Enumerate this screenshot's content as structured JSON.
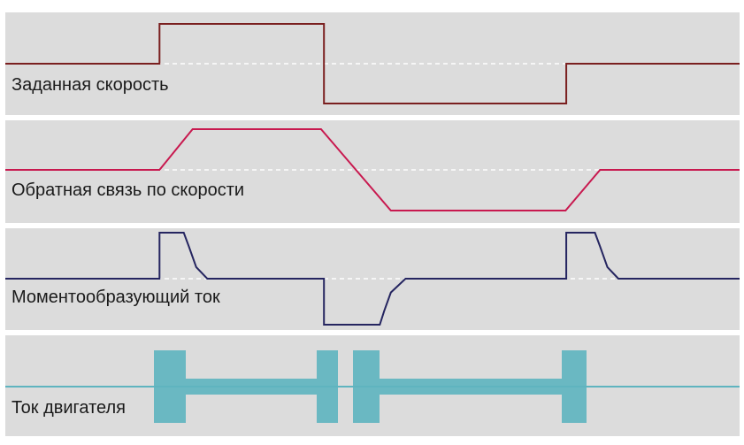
{
  "colors": {
    "panel_bg": "#dcdcdc",
    "zero_line": "#ffffff"
  },
  "chart_data": [
    {
      "type": "line",
      "label": "Заданная скорость",
      "color": "#7a1f1f",
      "x": [
        0,
        21,
        21,
        43.4,
        43.4,
        76.4,
        76.4,
        100
      ],
      "y": [
        0,
        0,
        1,
        1,
        -1,
        -1,
        0,
        0
      ],
      "ylim": [
        -1.1,
        1.1
      ],
      "grid": false
    },
    {
      "type": "line",
      "label": "Обратная связь по скорости",
      "color": "#c8194f",
      "x": [
        0,
        21,
        25.5,
        43,
        52.5,
        76.3,
        81,
        100
      ],
      "y": [
        0,
        0,
        1,
        1,
        -1,
        -1,
        0,
        0
      ],
      "ylim": [
        -1.1,
        1.1
      ],
      "grid": false
    },
    {
      "type": "line",
      "label": "Моментообразующий ток",
      "color": "#252560",
      "x": [
        0,
        21,
        21,
        24.3,
        25,
        26,
        27.5,
        43.4,
        43.4,
        51,
        51.6,
        52.5,
        54.5,
        76.4,
        76.4,
        80.3,
        81,
        82,
        83.5,
        100
      ],
      "y": [
        0,
        0,
        1,
        1,
        0.7,
        0.25,
        0,
        0,
        -1,
        -1,
        -0.7,
        -0.3,
        0,
        0,
        1,
        1,
        0.7,
        0.25,
        0,
        0
      ],
      "ylim": [
        -1.1,
        1.1
      ],
      "grid": false
    },
    {
      "type": "line",
      "label": "Ток двигателя",
      "color": "#5fb4bf",
      "grid": false
    }
  ]
}
